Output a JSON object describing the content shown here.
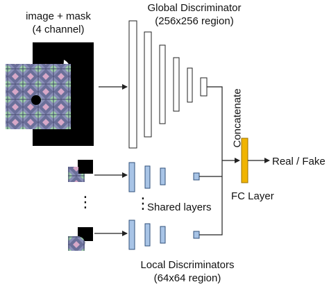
{
  "input_label": {
    "line1": "image + mask",
    "line2": "(4 channel)"
  },
  "global": {
    "line1": "Global Discriminator",
    "line2": "(256x256 region)"
  },
  "local": {
    "line1": "Local Discriminators",
    "line2": "(64x64 region)"
  },
  "shared_label": "Shared layers",
  "concatenate_label": "Concatenate",
  "fc_label": "FC Layer",
  "output_label": "Real / Fake",
  "ellipsis_glyph": "⋮",
  "colors": {
    "fc_layer": "#f0b400",
    "local_layer": "#a8c4e6",
    "local_layer_stroke": "#2f4f7a",
    "line": "#222222",
    "mask": "#000000",
    "pattern_base": "#6a6f99",
    "pattern_green": "#9fd2a8",
    "pattern_pink": "#d7a8c8"
  }
}
